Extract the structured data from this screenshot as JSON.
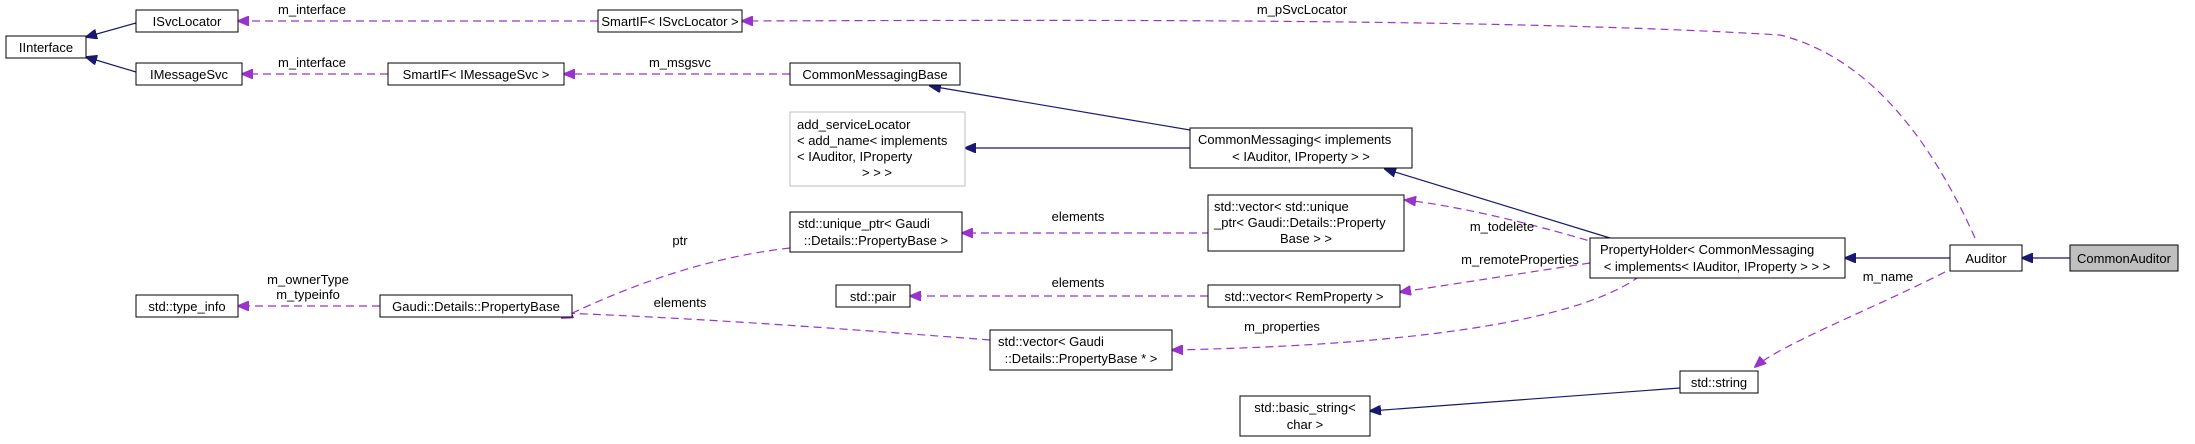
{
  "nodes": {
    "iinterface": "IInterface",
    "isvclocator": "ISvcLocator",
    "imessagesvc": "IMessageSvc",
    "smartif_svc": "SmartIF< ISvcLocator >",
    "smartif_msg": "SmartIF< IMessageSvc >",
    "common_messaging_base": "CommonMessagingBase",
    "add_service_locator": [
      "add_serviceLocator",
      "< add_name< implements",
      "< IAuditor, IProperty",
      "> > >"
    ],
    "common_messaging": [
      "CommonMessaging< implements",
      "< IAuditor, IProperty > >"
    ],
    "unique_ptr": [
      "std::unique_ptr< Gaudi",
      "::Details::PropertyBase >"
    ],
    "vector_unique": [
      "std::vector< std::unique",
      "_ptr< Gaudi::Details::Property",
      "Base > >"
    ],
    "property_holder": [
      "PropertyHolder< CommonMessaging",
      "< implements< IAuditor, IProperty > > >"
    ],
    "auditor": "Auditor",
    "common_auditor": "CommonAuditor",
    "type_info": "std::type_info",
    "property_base": "Gaudi::Details::PropertyBase",
    "std_pair": "std::pair",
    "vector_rem": "std::vector< RemProperty >",
    "vector_propbase": [
      "std::vector< Gaudi",
      "::Details::PropertyBase * >"
    ],
    "std_string": "std::string",
    "basic_string": [
      "std::basic_string<",
      "char >"
    ]
  },
  "edge_labels": {
    "m_interface_1": "m_interface",
    "m_interface_2": "m_interface",
    "m_psvclocator": "m_pSvcLocator",
    "m_msgsvc": "m_msgsvc",
    "elements_1": "elements",
    "elements_2": "elements",
    "elements_3": "elements",
    "ptr": "ptr",
    "m_todelete": "m_todelete",
    "m_remoteproperties": "m_remoteProperties",
    "m_ownertype": "m_ownerType",
    "m_typeinfo": "m_typeinfo",
    "m_properties": "m_properties",
    "m_name": "m_name"
  },
  "colors": {
    "inheritance": "#191970",
    "usage": "#9a32cd",
    "focus_fill": "#bfbfbf"
  }
}
